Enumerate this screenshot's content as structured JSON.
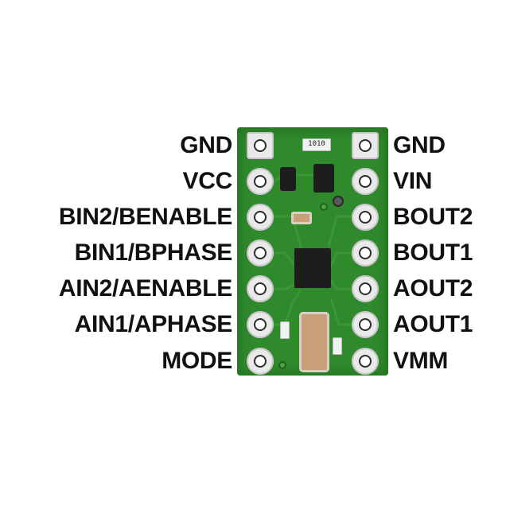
{
  "left_pins": [
    "GND",
    "VCC",
    "BIN2/BENABLE",
    "BIN1/BPHASE",
    "AIN2/AENABLE",
    "AIN1/APHASE",
    "MODE"
  ],
  "right_pins": [
    "GND",
    "VIN",
    "BOUT2",
    "BOUT1",
    "AOUT2",
    "AOUT1",
    "VMM"
  ],
  "resistor_marking": "1010",
  "colors": {
    "pcb": "#2f8a2c",
    "pad": "#e9e9e9",
    "text": "#111111"
  }
}
